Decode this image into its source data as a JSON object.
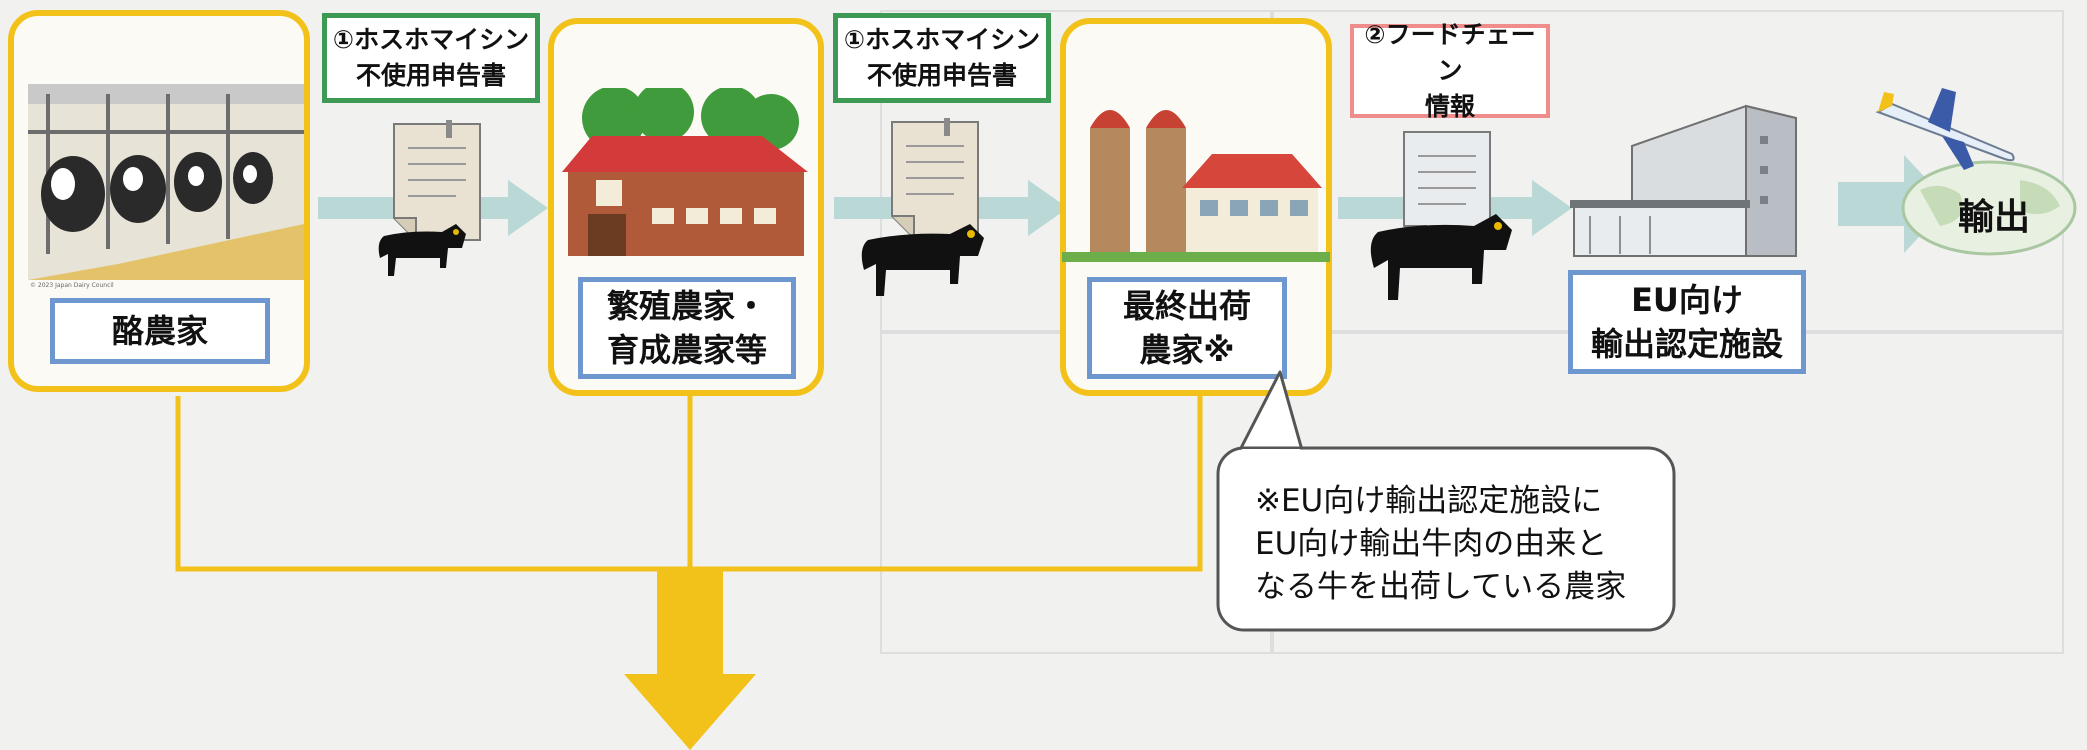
{
  "stages": [
    {
      "label": "酪農家",
      "credit": "© 2023 Japan Dairy Council"
    },
    {
      "label": "繁殖農家・\n育成農家等"
    },
    {
      "label": "最終出荷\n農家※"
    },
    {
      "label": "EU向け\n輸出認定施設"
    }
  ],
  "documents": [
    {
      "label": "①ホスホマイシン\n不使用申告書"
    },
    {
      "label": "①ホスホマイシン\n不使用申告書"
    },
    {
      "label": "②フードチェーン\n情報"
    }
  ],
  "export_label": "輸出",
  "callout": {
    "text": "※EU向け輸出認定施設に\nEU向け輸出牛肉の由来と\nなる牛を出荷している農家"
  },
  "colors": {
    "stage_border": "#f2c21a",
    "label_border": "#6f97cf",
    "tag_green": "#3c9a55",
    "tag_pink": "#ef8d8d",
    "flow_arrow": "#b9d8d6",
    "down_arrow": "#f2c21a"
  }
}
